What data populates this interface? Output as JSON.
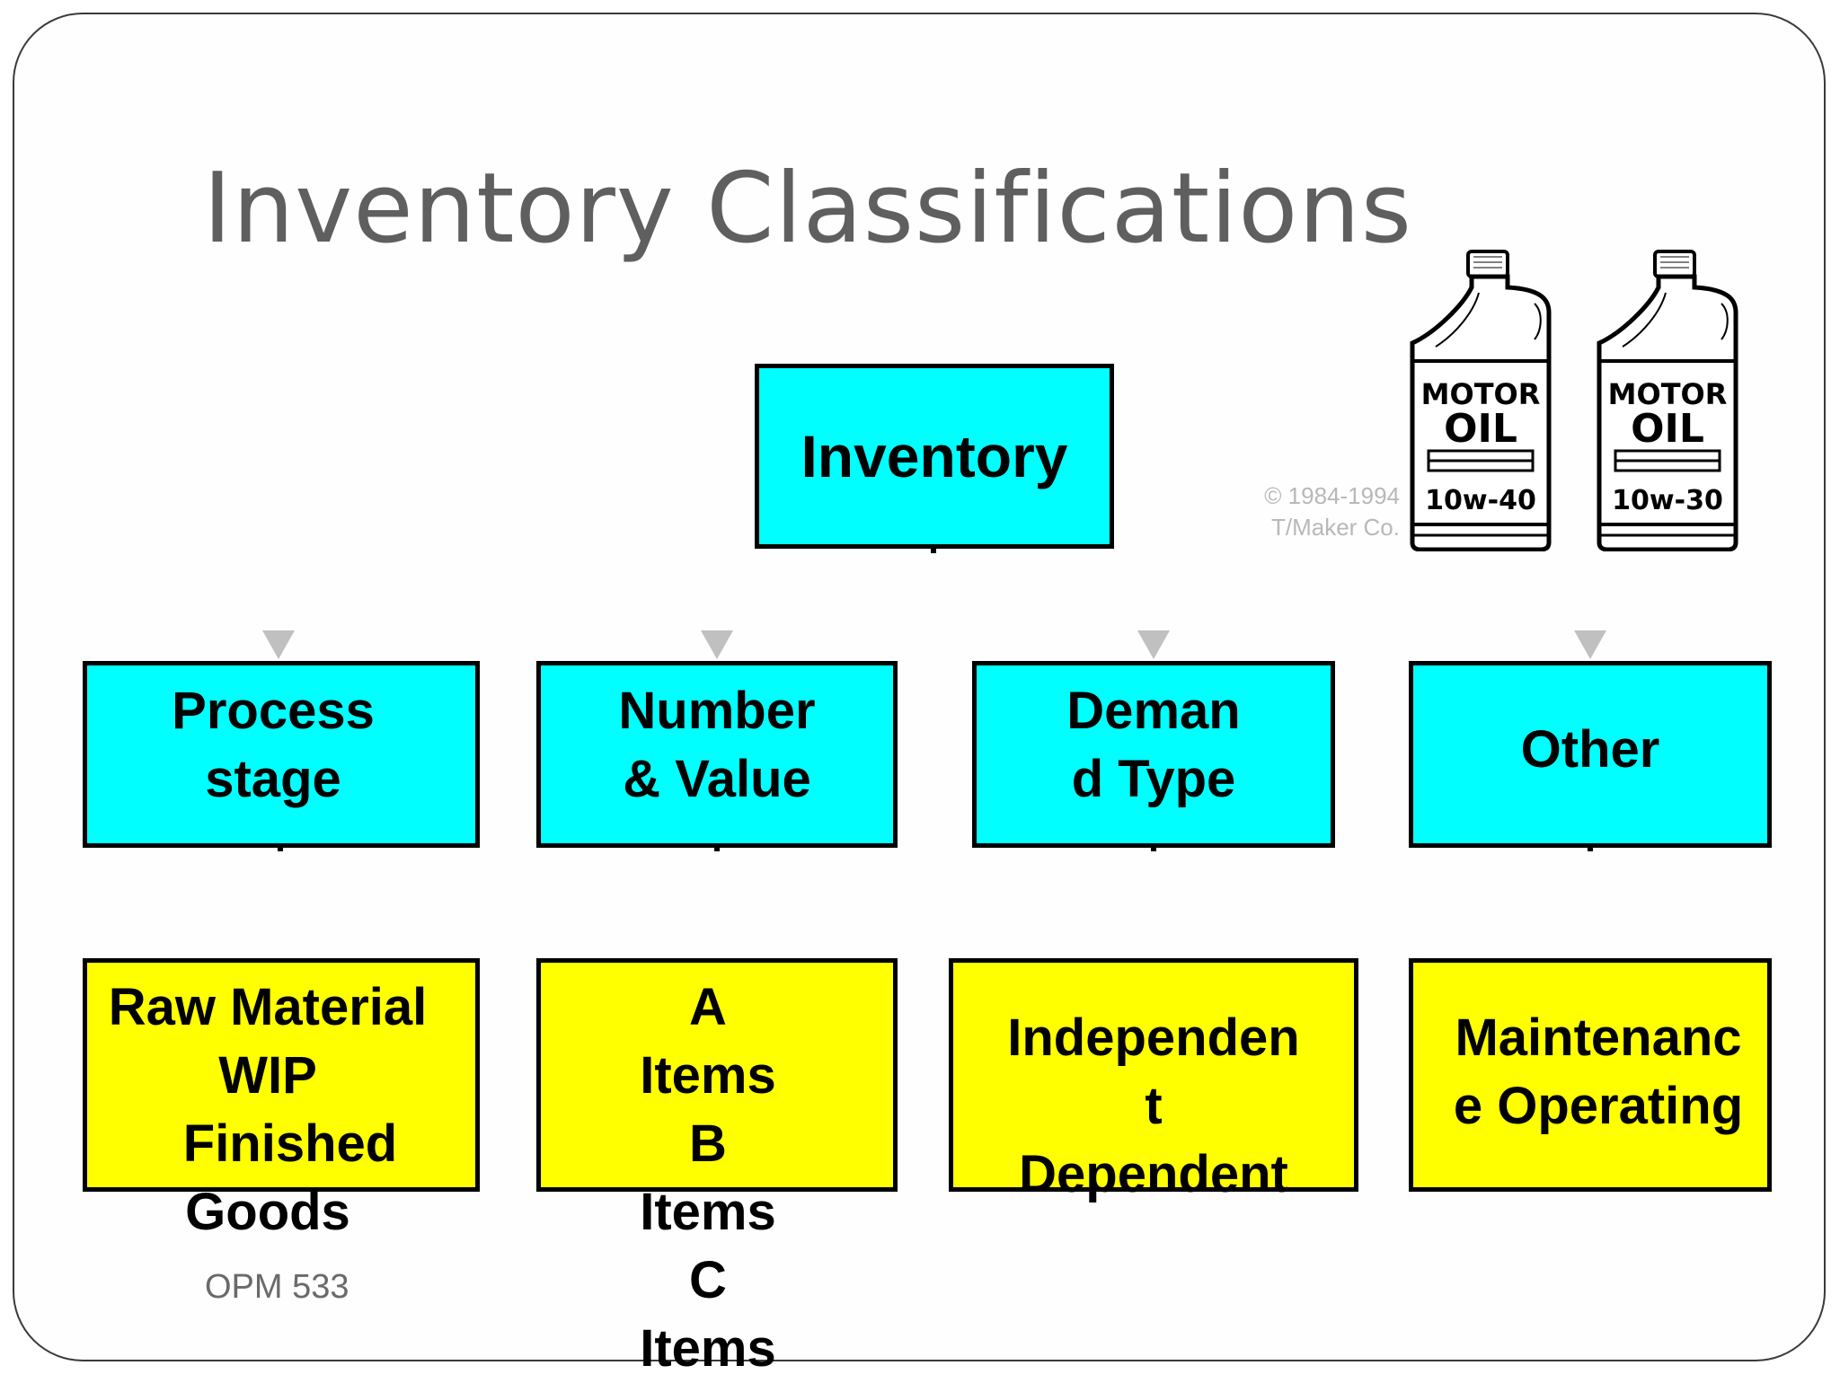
{
  "slide": {
    "title": "Inventory Classifications",
    "footer": "OPM 533"
  },
  "root": {
    "label": "Inventory"
  },
  "categories": [
    {
      "label_lines": [
        "Process",
        "stage"
      ]
    },
    {
      "label_lines": [
        "Number",
        "& Value"
      ]
    },
    {
      "label_lines": [
        "Deman",
        "d Type"
      ]
    },
    {
      "label_lines": [
        "Other"
      ]
    }
  ],
  "details": [
    {
      "lines": [
        "Raw Material",
        "WIP",
        "Finished",
        "Goods"
      ]
    },
    {
      "lines": [
        "A",
        "Items",
        "B",
        "Items",
        "C",
        "Items"
      ]
    },
    {
      "lines": [
        "Independen",
        "t",
        "Dependent"
      ]
    },
    {
      "lines": [
        "Maintenanc",
        "e Operating"
      ]
    }
  ],
  "clipart": {
    "copyright_lines": [
      "© 1984-1994",
      "T/Maker Co."
    ],
    "bottles": [
      {
        "brand": "MOTOR",
        "product": "OIL",
        "grade": "10w-40"
      },
      {
        "brand": "MOTOR",
        "product": "OIL",
        "grade": "10w-30"
      }
    ]
  },
  "colors": {
    "category_fill": "#00ffff",
    "detail_fill": "#ffff00",
    "title_text": "#5f5f5f"
  }
}
